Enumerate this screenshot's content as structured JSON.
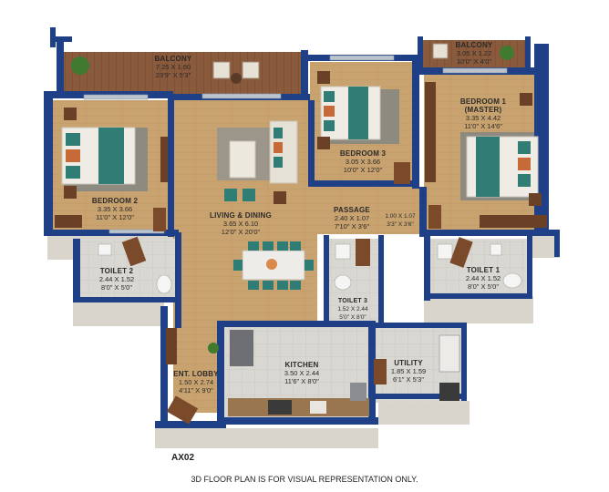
{
  "rooms": {
    "balcony_main": {
      "title": "BALCONY",
      "line1": "7.25 X 1.60",
      "line2": "23'9\" X 5'3\""
    },
    "balcony_master": {
      "title": "BALCONY",
      "line1": "3.05 X 1.22",
      "line2": "10'0\" X 4'0\""
    },
    "bedroom2": {
      "title": "BEDROOM 2",
      "line1": "3.35 X 3.66",
      "line2": "11'0\" X 12'0\""
    },
    "bedroom3": {
      "title": "BEDROOM 3",
      "line1": "3.05 X 3.66",
      "line2": "10'0\" X 12'0\""
    },
    "bedroom1": {
      "title": "BEDROOM 1",
      "title2": "(MASTER)",
      "line1": "3.35 X 4.42",
      "line2": "11'0\" X 14'6\""
    },
    "living": {
      "title": "LIVING & DINING",
      "line1": "3.65 X 6.10",
      "line2": "12'0\" X 20'0\""
    },
    "passage": {
      "title": "PASSAGE",
      "line1": "2.40 X 1.07",
      "line2": "7'10\" X 3'6\""
    },
    "passage_small": {
      "line1": "1.00 X 1.07",
      "line2": "3'3\" X 3'6\""
    },
    "toilet2": {
      "title": "TOILET 2",
      "line1": "2.44 X 1.52",
      "line2": "8'0\" X 5'0\""
    },
    "toilet3": {
      "title": "TOILET 3",
      "line1": "1.52 X 2.44",
      "line2": "5'0\" X 8'0\""
    },
    "toilet1": {
      "title": "TOILET 1",
      "line1": "2.44 X 1.52",
      "line2": "8'0\" X 5'0\""
    },
    "kitchen": {
      "title": "KITCHEN",
      "line1": "3.50 X 2.44",
      "line2": "11'6\" X 8'0\""
    },
    "utility": {
      "title": "UTILITY",
      "line1": "1.85 X 1.59",
      "line2": "6'1\" X 5'3\""
    },
    "lobby": {
      "title": "ENT. LOBBY",
      "line1": "1.50 X 2.74",
      "line2": "4'11\" X 9'0\""
    }
  },
  "unit_code": "AX02",
  "footer_note": "3D FLOOR PLAN IS FOR VISUAL REPRESENTATION ONLY.",
  "colors": {
    "wall": "#1f3f86",
    "wall_side": "#d9d4cc",
    "floor": "#c9a36f",
    "tile": "#d8d6d1",
    "bedding": "#2f7d74"
  }
}
